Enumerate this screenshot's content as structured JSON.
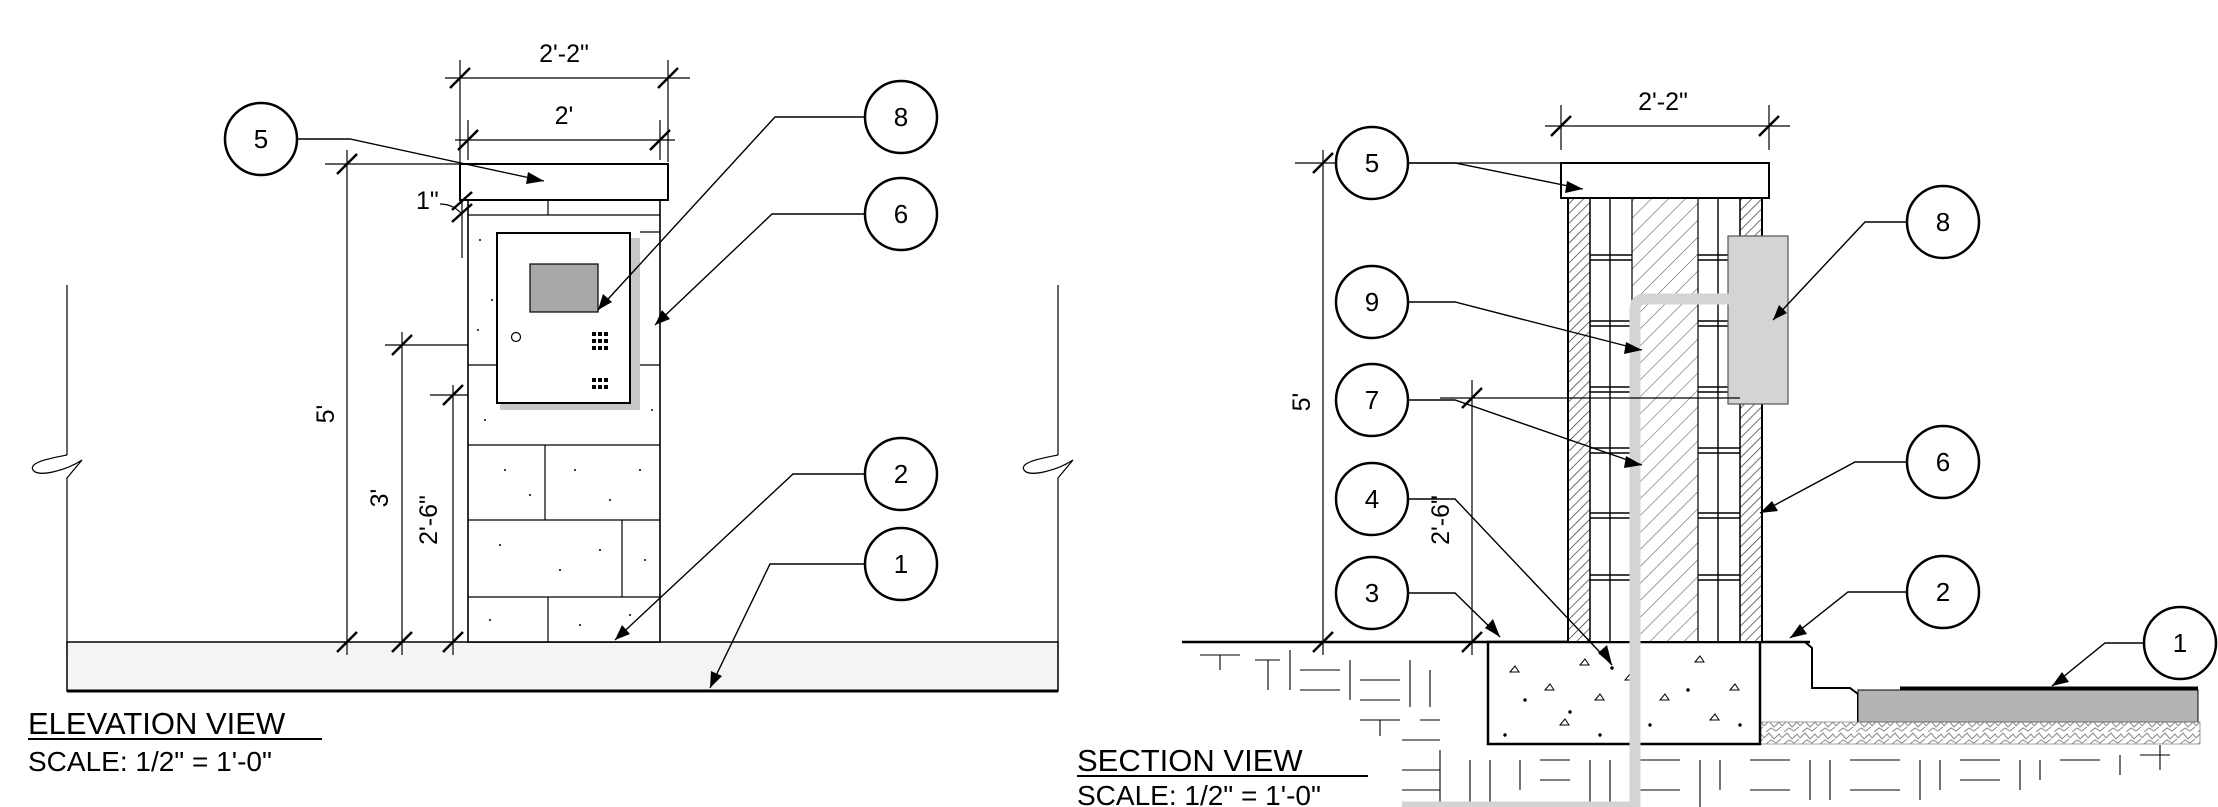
{
  "elevation": {
    "title": "ELEVATION VIEW",
    "scale": "SCALE: 1/2\" = 1'-0\"",
    "dimensions": {
      "cap_width": "2'-2\"",
      "column_width": "2'",
      "cap_thickness": "1\"",
      "total_height": "5'",
      "height_3": "3'",
      "height_2_6": "2'-6\""
    },
    "callouts": [
      "5",
      "8",
      "6",
      "2",
      "1"
    ]
  },
  "section": {
    "title": "SECTION VIEW",
    "scale": "SCALE: 1/2\" = 1'-0\"",
    "dimensions": {
      "cap_width": "2'-2\"",
      "total_height": "5'",
      "height_2_6": "2'-6\""
    },
    "callouts": [
      "5",
      "9",
      "7",
      "4",
      "3",
      "8",
      "6",
      "2",
      "1"
    ]
  },
  "colors": {
    "line": "#000000",
    "screen": "#a8a8a8",
    "conduit": "#d4d4d4",
    "paving": "#b4b4b4",
    "ground": "#f4f4f4"
  }
}
